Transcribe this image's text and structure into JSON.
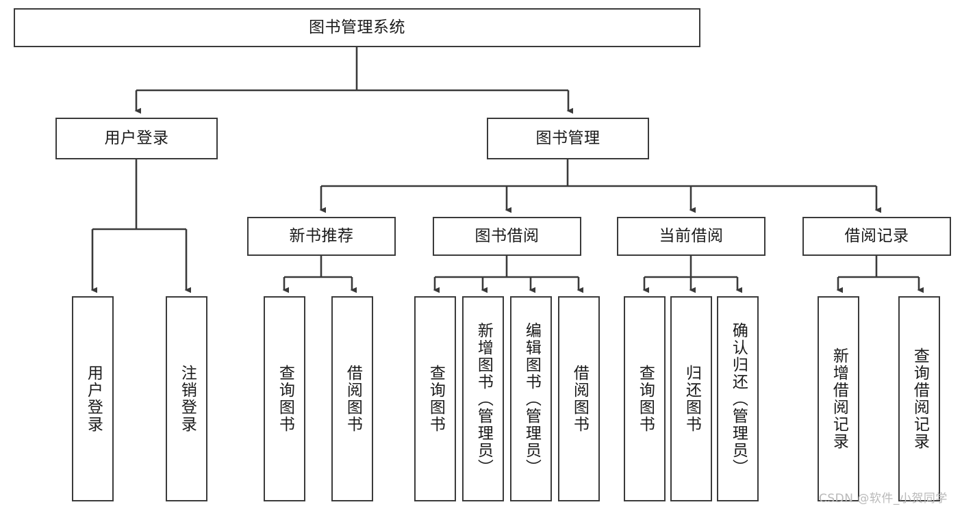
{
  "diagram": {
    "title": "图书管理系统",
    "type": "tree",
    "root": {
      "id": "root",
      "label": "图书管理系统",
      "orientation": "horizontal"
    },
    "level2": [
      {
        "id": "user-login",
        "label": "用户登录",
        "orientation": "horizontal"
      },
      {
        "id": "book-management",
        "label": "图书管理",
        "orientation": "horizontal"
      }
    ],
    "level3": [
      {
        "id": "new-book-recommend",
        "label": "新书推荐",
        "orientation": "horizontal",
        "parent": "book-management"
      },
      {
        "id": "book-borrow",
        "label": "图书借阅",
        "orientation": "horizontal",
        "parent": "book-management"
      },
      {
        "id": "current-borrow",
        "label": "当前借阅",
        "orientation": "horizontal",
        "parent": "book-management"
      },
      {
        "id": "borrow-record",
        "label": "借阅记录",
        "orientation": "horizontal",
        "parent": "book-management"
      }
    ],
    "leaves": [
      {
        "id": "leaf-user-login",
        "label": "用户登录",
        "parent": "user-login",
        "orientation": "vertical"
      },
      {
        "id": "leaf-user-logout",
        "label": "注销登录",
        "parent": "user-login",
        "orientation": "vertical"
      },
      {
        "id": "leaf-query-book-1",
        "label": "查询图书",
        "parent": "new-book-recommend",
        "orientation": "vertical"
      },
      {
        "id": "leaf-borrow-book-1",
        "label": "借阅图书",
        "parent": "new-book-recommend",
        "orientation": "vertical"
      },
      {
        "id": "leaf-query-book-2",
        "label": "查询图书",
        "parent": "book-borrow",
        "orientation": "vertical"
      },
      {
        "id": "leaf-add-book",
        "label": "新增图书（管理员）",
        "parent": "book-borrow",
        "orientation": "vertical"
      },
      {
        "id": "leaf-edit-book",
        "label": "编辑图书（管理员）",
        "parent": "book-borrow",
        "orientation": "vertical"
      },
      {
        "id": "leaf-borrow-book-2",
        "label": "借阅图书",
        "parent": "book-borrow",
        "orientation": "vertical"
      },
      {
        "id": "leaf-query-book-3",
        "label": "查询图书",
        "parent": "current-borrow",
        "orientation": "vertical"
      },
      {
        "id": "leaf-return-book",
        "label": "归还图书",
        "parent": "current-borrow",
        "orientation": "vertical"
      },
      {
        "id": "leaf-confirm-return",
        "label": "确认归还（管理员）",
        "parent": "current-borrow",
        "orientation": "vertical"
      },
      {
        "id": "leaf-add-record",
        "label": "新增借阅记录",
        "parent": "borrow-record",
        "orientation": "vertical"
      },
      {
        "id": "leaf-query-record",
        "label": "查询借阅记录",
        "parent": "borrow-record",
        "orientation": "vertical"
      }
    ],
    "colors": {
      "stroke": "#3a3a3a",
      "text": "#1a1a1a",
      "background": "#ffffff",
      "watermark": "#b9b9b9"
    }
  },
  "watermark": {
    "text": "CSDN @软件_小贺同学"
  }
}
